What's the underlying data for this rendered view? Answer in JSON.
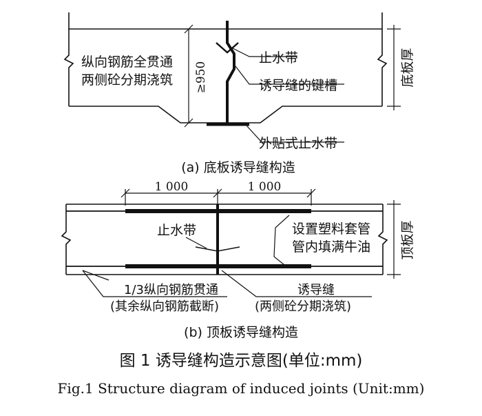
{
  "panel_a": {
    "left_note_line1": "纵向钢筋全贯通",
    "left_note_line2": "两侧砼分期浇筑",
    "dimension": "≥950",
    "label_waterstop": "止水带",
    "label_keyway": "诱导缝的键槽",
    "label_external_waterstop": "外贴式止水带",
    "thickness_label": "底板厚",
    "caption": "(a) 底板诱导缝构造"
  },
  "panel_b": {
    "dim_left": "1 000",
    "dim_right": "1 000",
    "label_waterstop": "止水带",
    "label_sleeve_line1": "设置塑料套管",
    "label_sleeve_line2": "管内填满牛油",
    "label_rebar_line1": "1/3纵向钢筋贯通",
    "label_rebar_line2": "(其余纵向钢筋截断)",
    "label_joint_line1": "诱导缝",
    "label_joint_line2": "(两侧砼分期浇筑)",
    "thickness_label": "顶板厚",
    "caption": "(b) 顶板诱导缝构造"
  },
  "figure": {
    "title_cn": "图 1    诱导缝构造示意图(单位:mm)",
    "title_en": "Fig.1    Structure diagram of induced joints (Unit:mm)"
  }
}
